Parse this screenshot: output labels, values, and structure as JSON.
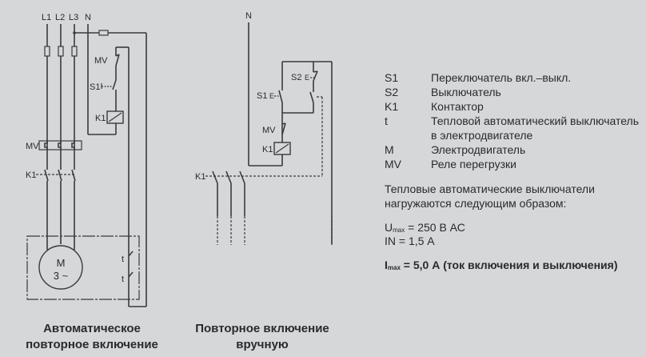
{
  "diagram_left": {
    "phase_labels": [
      "L1",
      "L2",
      "L3",
      "N"
    ],
    "mv_label": "MV",
    "s1_label": "S1",
    "k1_label": "K1",
    "mv_relay_label": "MV",
    "k1_contact_label": "K1",
    "motor_label": "M",
    "motor_sub": "3 ~",
    "thermal_labels": [
      "t",
      "t"
    ],
    "caption_line1": "Автоматическое",
    "caption_line2": "повторное включение"
  },
  "diagram_right": {
    "n_label": "N",
    "s2_label": "S2",
    "s1_label": "S1",
    "mv_label": "MV",
    "k1_label": "K1",
    "k1_contact_label": "K1",
    "e_marker": "E",
    "caption_line1": "Повторное включение",
    "caption_line2": "вручную"
  },
  "legend": [
    {
      "key": "S1",
      "value": "Переключатель вкл.–выкл."
    },
    {
      "key": "S2",
      "value": "Выключатель"
    },
    {
      "key": "K1",
      "value": "Контактор"
    },
    {
      "key": "t",
      "value": "Тепловой автоматический выключатель в электродвигателе"
    },
    {
      "key": "M",
      "value": "Электродвигатель"
    },
    {
      "key": "MV",
      "value": "Реле перегрузки"
    }
  ],
  "note": {
    "intro": "Тепловые автоматические выключатели нагружаются следующим образом:",
    "umax_symbol": "U",
    "umax_sub": "max",
    "umax_value": " = 250 В АС",
    "in_line": "IN = 1,5 А",
    "imax_symbol": "I",
    "imax_sub": "max",
    "imax_value": " = 5,0 А (ток включения и выключения)"
  }
}
